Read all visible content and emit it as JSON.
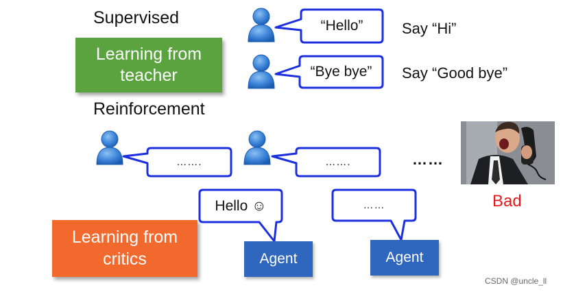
{
  "supervised": {
    "heading": "Supervised",
    "box_label": "Learning from teacher",
    "examples": [
      {
        "utterance": "“Hello”",
        "response": "Say “Hi”"
      },
      {
        "utterance": "“Bye bye”",
        "response": "Say “Good bye”"
      }
    ]
  },
  "reinforcement": {
    "heading": "Reinforcement",
    "bubbles": [
      "…….",
      "……."
    ],
    "continuation": "……",
    "feedback": "Bad",
    "agent_speech": [
      "Hello ☺",
      "……"
    ],
    "agent_label": "Agent",
    "box_label": "Learning from critics"
  },
  "watermark": "CSDN @uncle_ll",
  "colors": {
    "teacher_box": "#5aa33e",
    "critics_box": "#f2692d",
    "agent_box": "#2f67be",
    "bubble_border": "#1b2fe0",
    "person_icon": "#3b83d8",
    "feedback_text": "#e3191b"
  }
}
